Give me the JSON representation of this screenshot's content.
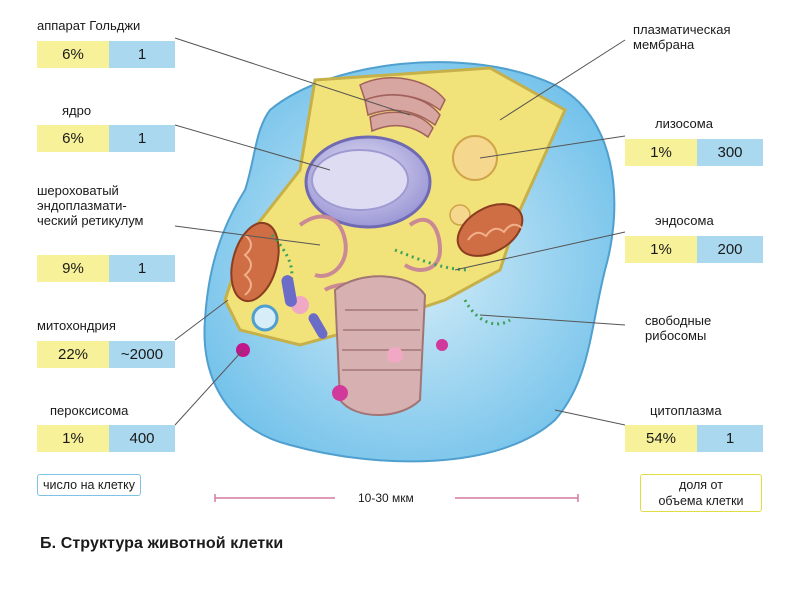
{
  "structures": {
    "golgi": {
      "label": [
        "аппарат Гольджи"
      ],
      "pct": "6%",
      "count": "1"
    },
    "nucleus": {
      "label": [
        "ядро"
      ],
      "pct": "6%",
      "count": "1"
    },
    "rough_er": {
      "label": [
        "шероховатый",
        "эндоплазмати-",
        "ческий ретикулум"
      ],
      "pct": "9%",
      "count": "1"
    },
    "mitochondria": {
      "label": [
        "митохондрия"
      ],
      "pct": "22%",
      "count": "~2000"
    },
    "peroxisome": {
      "label": [
        "пероксисома"
      ],
      "pct": "1%",
      "count": "400"
    },
    "plasma_membrane": {
      "label": [
        "плазматическая",
        "мембрана"
      ]
    },
    "lysosome": {
      "label": [
        "лизосома"
      ],
      "pct": "1%",
      "count": "300"
    },
    "endosome": {
      "label": [
        "эндосома"
      ],
      "pct": "1%",
      "count": "200"
    },
    "free_ribosomes": {
      "label": [
        "свободные",
        "рибосомы"
      ]
    },
    "cytoplasm": {
      "label": [
        "цитоплазма"
      ],
      "pct": "54%",
      "count": "1"
    }
  },
  "legend": {
    "count_per_cell": "число на клетку",
    "volume_fraction": [
      "доля от",
      "объема клетки"
    ]
  },
  "scale": "10-30 мкм",
  "caption": "Б. Структура животной клетки",
  "colors": {
    "pct_bg": "#f7f199",
    "count_bg": "#a9d8ef",
    "cell_outer": "#8fd0f0",
    "cell_inner": "#f2e47a"
  }
}
